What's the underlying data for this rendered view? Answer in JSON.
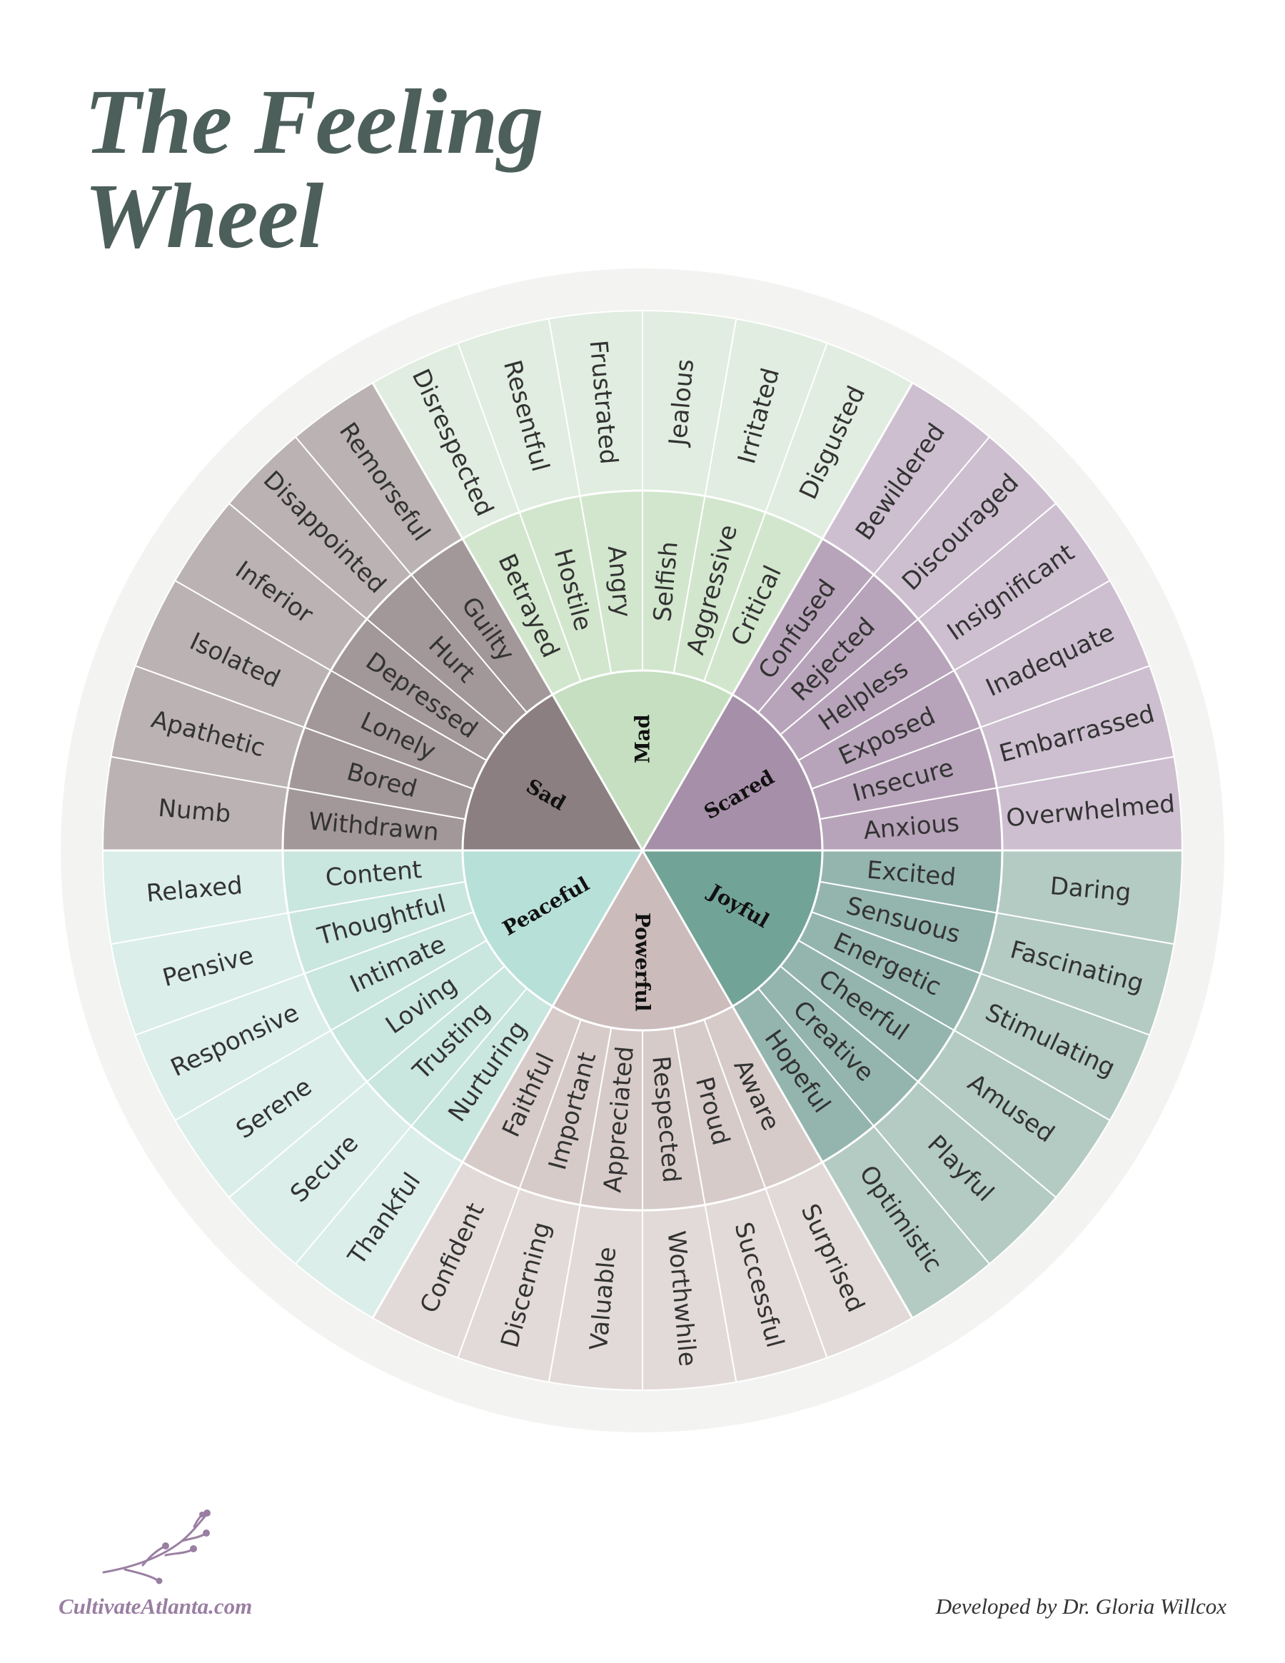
{
  "title": {
    "line1": "The Feeling",
    "line2": "Wheel"
  },
  "footer": {
    "brand": "CultivateAtlanta.com",
    "credit": "Developed by Dr. Gloria Willcox"
  },
  "colors": {
    "title": "#4d5f5b",
    "ring": "#f3f4f2",
    "brand": "#9a7fa2"
  },
  "icons": {
    "logo": "branch-sprig-icon"
  },
  "sections": [
    {
      "core": "Mad",
      "colors": [
        "#c5dfc0",
        "#d2e6cd",
        "#e0ede0"
      ],
      "middle": [
        "Betrayed",
        "Hostile",
        "Angry",
        "Selfish",
        "Aggressive",
        "Critical"
      ],
      "outer": [
        "Disrespected",
        "Resentful",
        "Frustrated",
        "Jealous",
        "Irritated",
        "Disgusted"
      ]
    },
    {
      "core": "Scared",
      "colors": [
        "#a68fa9",
        "#b8a4ba",
        "#cdbfd0"
      ],
      "middle": [
        "Confused",
        "Rejected",
        "Helpless",
        "Exposed",
        "Insecure",
        "Anxious"
      ],
      "outer": [
        "Bewildered",
        "Discouraged",
        "Insignificant",
        "Inadequate",
        "Embarrassed",
        "Overwhelmed"
      ]
    },
    {
      "core": "Joyful",
      "colors": [
        "#72a397",
        "#94b5ad",
        "#b4cbc4"
      ],
      "middle": [
        "Excited",
        "Sensuous",
        "Energetic",
        "Cheerful",
        "Creative",
        "Hopeful"
      ],
      "outer": [
        "Daring",
        "Fascinating",
        "Stimulating",
        "Amused",
        "Playful",
        "Optimistic"
      ]
    },
    {
      "core": "Powerful",
      "colors": [
        "#cbbbbb",
        "#d7cbca",
        "#e2dad9"
      ],
      "middle": [
        "Aware",
        "Proud",
        "Respected",
        "Appreciated",
        "Important",
        "Faithful"
      ],
      "outer": [
        "Surprised",
        "Successful",
        "Worthwhile",
        "Valuable",
        "Discerning",
        "Confident"
      ]
    },
    {
      "core": "Peaceful",
      "colors": [
        "#b7e0d8",
        "#c9e6df",
        "#dbeee9"
      ],
      "middle": [
        "Nurturing",
        "Trusting",
        "Loving",
        "Intimate",
        "Thoughtful",
        "Content"
      ],
      "outer": [
        "Thankful",
        "Secure",
        "Serene",
        "Responsive",
        "Pensive",
        "Relaxed"
      ]
    },
    {
      "core": "Sad",
      "colors": [
        "#8b7f82",
        "#a29899",
        "#bbb3b3"
      ],
      "middle": [
        "Withdrawn",
        "Bored",
        "Lonely",
        "Depressed",
        "Hurt",
        "Guilty"
      ],
      "outer": [
        "Numb",
        "Apathetic",
        "Isolated",
        "Inferior",
        "Disappointed",
        "Remorseful"
      ]
    }
  ]
}
